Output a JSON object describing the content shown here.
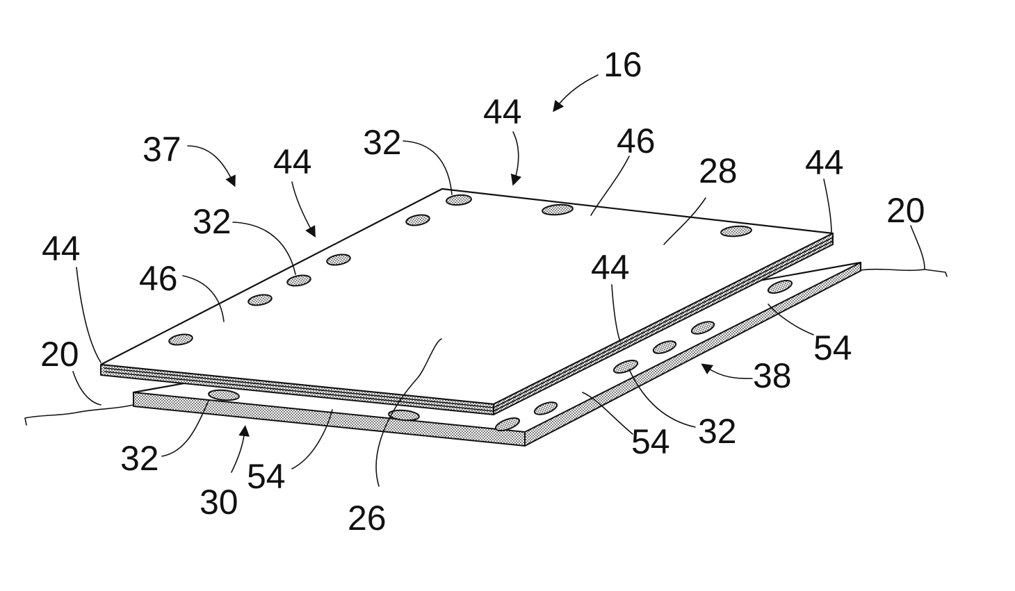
{
  "labels": {
    "l16": "16",
    "l37": "37",
    "l44_top": "44",
    "l44_left_mid": "44",
    "l44_left": "44",
    "l44_right": "44",
    "l44_front": "44",
    "l32_top": "32",
    "l32_left_mid": "32",
    "l32_bottom_left": "32",
    "l32_bottom_right": "32",
    "l46_right": "46",
    "l46_left": "46",
    "l28": "28",
    "l20_left": "20",
    "l20_right": "20",
    "l54_right": "54",
    "l54_bottom_right": "54",
    "l54_bottom_left": "54",
    "l38": "38",
    "l30": "30",
    "l26": "26"
  },
  "colors": {
    "ink": "#111111",
    "paper": "#ffffff"
  }
}
